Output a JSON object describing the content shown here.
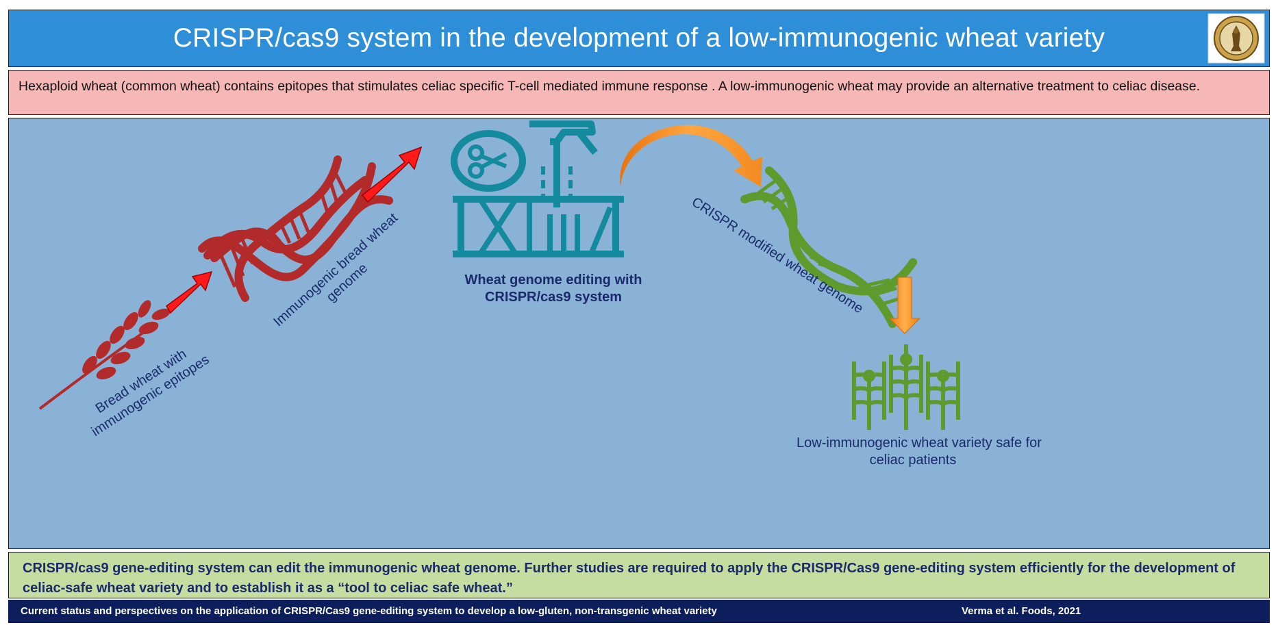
{
  "header": {
    "title": "CRISPR/cas9 system in the development of a low-immunogenic wheat variety",
    "logo_icon": "university-seal-icon"
  },
  "intro": {
    "text": "Hexaploid wheat (common wheat) contains epitopes that stimulates celiac specific T-cell  mediated immune response . A low-immunogenic wheat may provide an alternative treatment to celiac disease."
  },
  "diagram": {
    "nodes": {
      "bread_wheat": {
        "line1": "Bread wheat with",
        "line2": "immunogenic epitopes",
        "icon": "wheat-branch-icon"
      },
      "immunogenic_genome": {
        "line1": "Immunogenic bread wheat",
        "line2": "genome",
        "icon": "dna-icon"
      },
      "editing": {
        "line1": "Wheat genome editing with",
        "line2": "CRISPR/cas9 system",
        "icon": "scissors-dna-editing-icon"
      },
      "modified_genome": {
        "line1": "CRISPR modified wheat genome",
        "icon": "dna-icon"
      },
      "safe_variety": {
        "line1": "Low-immunogenic wheat variety safe for",
        "line2": "celiac patients",
        "icon": "wheat-plants-icon"
      }
    },
    "colors": {
      "red": "#b22a2a",
      "arrow_red": "#ff1a1a",
      "teal": "#148a9e",
      "green": "#5f9a2d",
      "orange": "#f2912a",
      "panel_bg": "#8ab2d6",
      "label_text": "#1b2a6b"
    }
  },
  "conclusion": {
    "text": "CRISPR/cas9  gene-editing system  can edit the immunogenic wheat genome. Further studies are required to apply the CRISPR/Cas9 gene-editing system efficiently for the development of celiac-safe wheat variety and to establish it as a “tool to celiac safe wheat.”"
  },
  "footer": {
    "citation": "Current status and perspectives on the application of CRISPR/Cas9 gene-editing system to develop a low-gluten, non-transgenic wheat variety",
    "reference": "Verma et al. Foods, 2021"
  }
}
